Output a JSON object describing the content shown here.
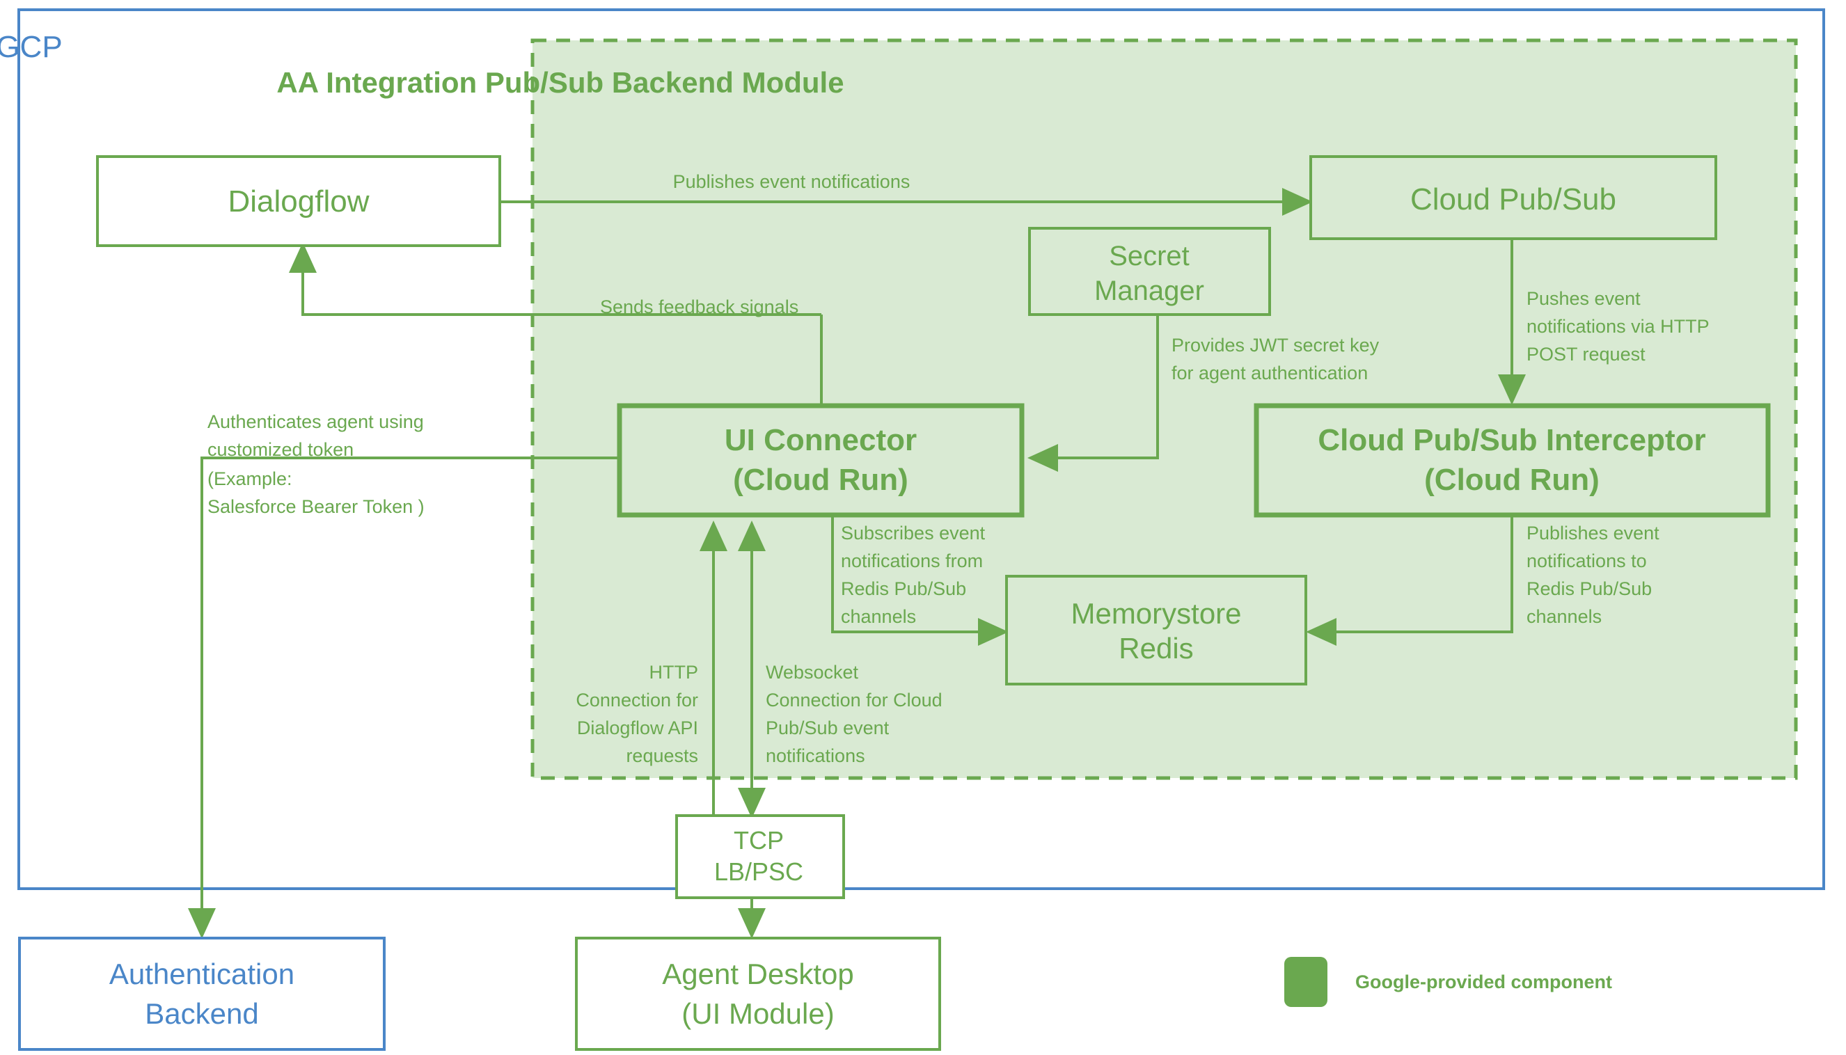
{
  "colors": {
    "green_stroke": "#6aa84f",
    "green_fill": "#d9ead3",
    "green_text": "#6aa84f",
    "blue_stroke": "#4a86c8",
    "blue_text": "#4a86c8",
    "white": "#ffffff"
  },
  "containers": {
    "gcp": {
      "label": "GCP"
    },
    "module": {
      "title": "AA Integration Pub/Sub Backend Module"
    }
  },
  "nodes": {
    "dialogflow": {
      "label": "Dialogflow"
    },
    "cloud_pubsub": {
      "label": "Cloud Pub/Sub"
    },
    "secret_manager": {
      "line1": "Secret",
      "line2": "Manager"
    },
    "ui_connector": {
      "line1": "UI Connector",
      "line2": "(Cloud Run)"
    },
    "interceptor": {
      "line1": "Cloud Pub/Sub Interceptor",
      "line2": "(Cloud Run)"
    },
    "memorystore": {
      "line1": "Memorystore",
      "line2": "Redis"
    },
    "tcp_lb": {
      "line1": "TCP",
      "line2": "LB/PSC"
    },
    "agent_desktop": {
      "line1": "Agent Desktop",
      "line2": "(UI Module)"
    },
    "auth_backend": {
      "line1": "Authentication",
      "line2": "Backend"
    }
  },
  "edges": {
    "publishes_event_notifications": {
      "line1": "Publishes event notifications"
    },
    "sends_feedback_signals": {
      "line1": "Sends feedback signals"
    },
    "provides_jwt": {
      "line1": "Provides JWT secret key",
      "line2": "for agent authentication"
    },
    "pushes_event": {
      "line1": "Pushes event",
      "line2": "notifications via HTTP",
      "line3": "POST request"
    },
    "publishes_to_redis": {
      "line1": "Publishes event",
      "line2": "notifications to",
      "line3": "Redis Pub/Sub",
      "line4": "channels"
    },
    "subscribes_from_redis": {
      "line1": "Subscribes event",
      "line2": "notifications from",
      "line3": "Redis Pub/Sub",
      "line4": "channels"
    },
    "http_connection": {
      "line1": "HTTP",
      "line2": "Connection for",
      "line3": "Dialogflow API",
      "line4": "requests"
    },
    "websocket_connection": {
      "line1": "Websocket",
      "line2": "Connection for Cloud",
      "line3": "Pub/Sub event",
      "line4": "notifications"
    },
    "authenticates_agent": {
      "line1": "Authenticates agent using",
      "line2": "customized token",
      "line3": "(Example:",
      "line4": "Salesforce Bearer Token )"
    }
  },
  "legend": {
    "label": "Google-provided component"
  }
}
